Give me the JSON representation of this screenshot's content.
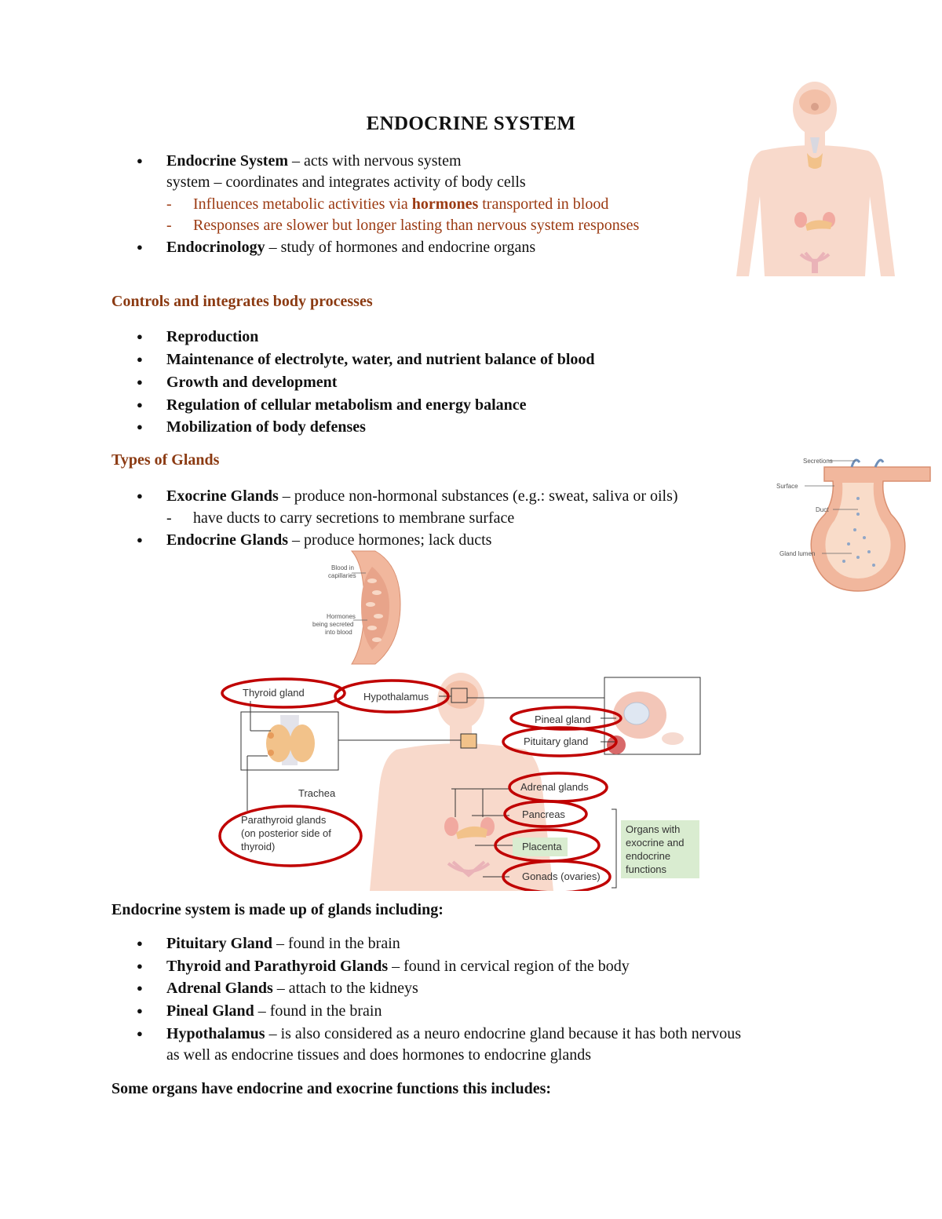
{
  "title": "ENDOCRINE SYSTEM",
  "intro": {
    "item1_bold": "Endocrine System",
    "item1_rest": " – acts with nervous system",
    "item1_line2": "system – coordinates and integrates activity of body cells",
    "sub1_pre": "Influences metabolic activities via ",
    "sub1_bold": "hormones",
    "sub1_post": " transported in blood",
    "sub2": "Responses are slower but longer lasting than nervous system responses",
    "item2_bold": "Endocrinology",
    "item2_rest": " – study of hormones and endocrine organs"
  },
  "controls": {
    "heading": "Controls and integrates body processes",
    "items": [
      "Reproduction",
      "Maintenance of electrolyte, water, and nutrient balance of blood",
      "Growth and development",
      "Regulation of cellular metabolism and energy balance",
      "Mobilization of body defenses"
    ]
  },
  "types": {
    "heading": "Types of Glands",
    "exo_bold": "Exocrine Glands",
    "exo_rest": " – produce non-hormonal substances (e.g.: sweat, saliva or oils)",
    "exo_sub": "have ducts to carry secretions to membrane surface",
    "endo_bold": "Endocrine Glands",
    "endo_rest": " – produce hormones; lack ducts"
  },
  "exocrine_figure": {
    "secretions": "Secretions",
    "surface": "Surface",
    "duct": "Duct",
    "gland_lumen": "Gland lumen"
  },
  "endocrine_figure": {
    "blood": "Blood in\ncapillaries",
    "hormones": "Hormones\nbeing secreted\ninto blood"
  },
  "body_diagram": {
    "thyroid": "Thyroid gland",
    "hypothalamus": "Hypothalamus",
    "pineal": "Pineal gland",
    "pituitary": "Pituitary gland",
    "trachea": "Trachea",
    "parathyroid_1": "Parathyroid glands",
    "parathyroid_2": "(on posterior side  of",
    "parathyroid_3": "thyroid)",
    "adrenal": "Adrenal glands",
    "pancreas": "Pancreas",
    "placenta": "Placenta",
    "gonads": "Gonads (ovaries)",
    "organs_box_1": "Organs with",
    "organs_box_2": "exocrine and",
    "organs_box_3": "endocrine",
    "organs_box_4": "functions"
  },
  "made_up": {
    "heading": "Endocrine system is made up of glands including:",
    "items": [
      {
        "bold": "Pituitary Gland",
        "rest": " – found in the brain"
      },
      {
        "bold": "Thyroid and Parathyroid Glands",
        "rest": " – found in cervical region of the body"
      },
      {
        "bold": "Adrenal Glands",
        "rest": " – attach to the kidneys"
      },
      {
        "bold": "Pineal Gland",
        "rest": " – found in the brain"
      },
      {
        "bold": "Hypothalamus",
        "rest": " – is also considered as a neuro endocrine gland because it has both nervous"
      }
    ],
    "item5_line2": "as well as endocrine tissues and does hormones to endocrine glands"
  },
  "closing": "Some organs have endocrine and exocrine functions this includes:",
  "colors": {
    "accent_red": "#9b3a12",
    "circle_red": "#c00000",
    "body_peach": "#f6c9b3",
    "box_green": "#d9ecd0"
  }
}
